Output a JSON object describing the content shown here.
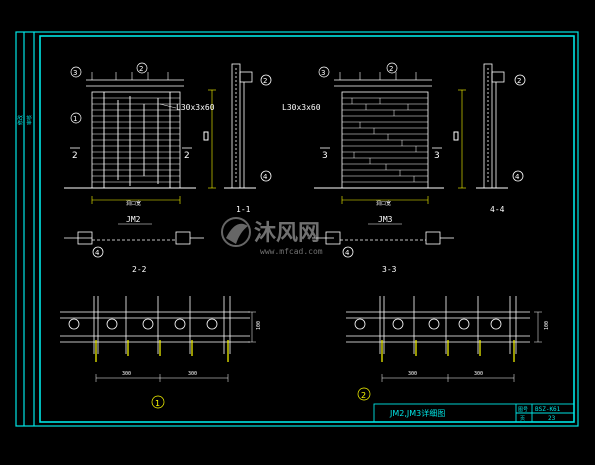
{
  "drawing": {
    "colors": {
      "background": "#000000",
      "frame": "#00e5e5",
      "line": "#ffffff",
      "accent": "#00cc00",
      "dim": "#ffff00",
      "callout": "#ffffff",
      "pink": "#ff66cc"
    },
    "angle_label_left": "L30x3x60",
    "angle_label_right": "L30x3x60",
    "section_mark_a": "2",
    "section_mark_b": "3",
    "view_title_jm2": "JM2",
    "view_title_11": "1-1",
    "view_title_jm3": "JM3",
    "view_title_44": "4-4",
    "view_title_22": "2-2",
    "view_title_33": "3-3",
    "width_label_left": "洞口宽",
    "width_label_right": "洞口宽",
    "dim_left_1": "300",
    "dim_left_2": "300",
    "dim_right_1": "300",
    "dim_right_2": "300",
    "dim_vertical_left": "100",
    "dim_vertical_right": "100",
    "detail_no_1": "1",
    "detail_no_2": "2",
    "callout_a": "1",
    "callout_b": "2",
    "callout_c": "3",
    "callout_d": "4"
  },
  "title_block": {
    "drawing_title": "JM2,JM3详细图",
    "sheet_label": "图号",
    "sheet_no": "BSZ-K61",
    "page_label": "页",
    "page_no": "23"
  },
  "sidebar": {
    "revision_1": "修改",
    "revision_2": "审核"
  },
  "watermark": {
    "brand": "沐风网",
    "url": "www.mfcad.com"
  }
}
